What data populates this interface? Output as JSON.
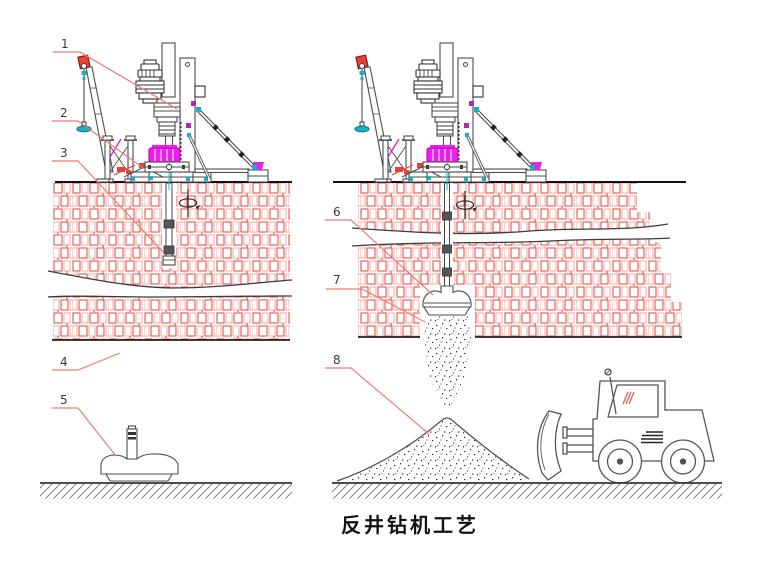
{
  "diagram": {
    "title": "反井钻机工艺",
    "callouts": {
      "c1": "1",
      "c2": "2",
      "c3": "3",
      "c4": "4",
      "c5": "5",
      "c6": "6",
      "c7": "7",
      "c8": "8"
    },
    "colors": {
      "rock_brick_dark": "#e0453e",
      "rock_brick_light": "#f3a8a2",
      "leader_line": "#ee7b74",
      "rig_magenta": "#e822e8",
      "rig_cyan": "#14b4c4",
      "rig_red": "#e5423c",
      "outline_gray": "#4d4d4d",
      "ink_dark": "#1a1a1a"
    }
  }
}
